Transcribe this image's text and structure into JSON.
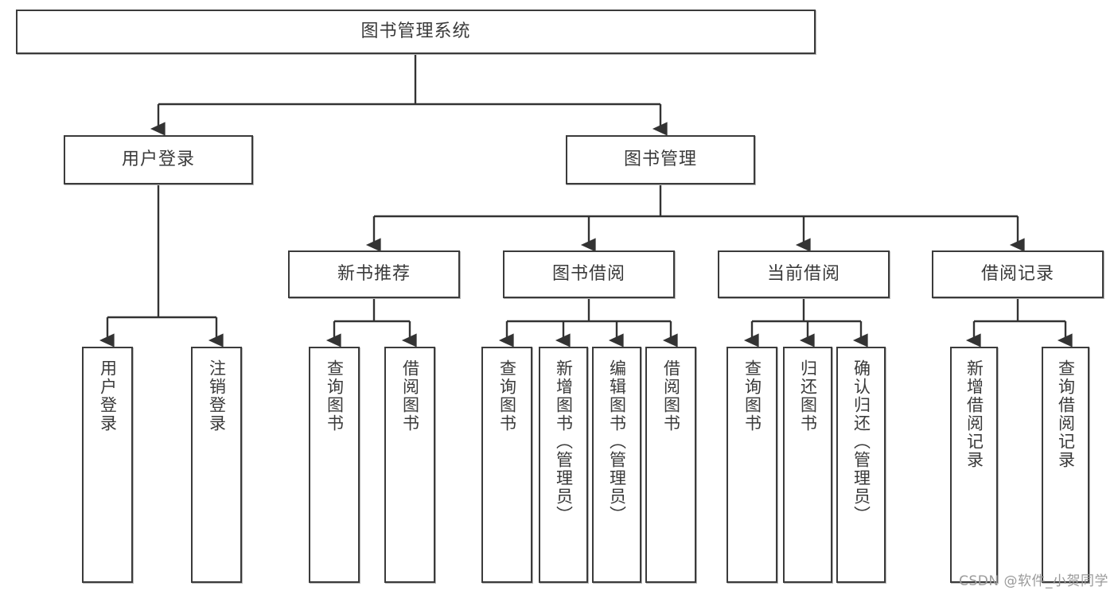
{
  "diagram": {
    "title": "图书管理系统",
    "type": "tree",
    "watermark": "CSDN @软件_小贺同学",
    "colors": {
      "box_border": "#3b3b3b",
      "box_fill": "#ffffff",
      "text": "#3a3a3a",
      "connector": "#333333",
      "watermark": "#9a9a9a",
      "background": "#ffffff"
    },
    "root": {
      "label": "图书管理系统"
    },
    "level2": [
      {
        "label": "用户登录"
      },
      {
        "label": "图书管理"
      }
    ],
    "level3": [
      {
        "label": "新书推荐"
      },
      {
        "label": "图书借阅"
      },
      {
        "label": "当前借阅"
      },
      {
        "label": "借阅记录"
      }
    ],
    "leaves": [
      {
        "label": "用户登录",
        "parent": "用户登录"
      },
      {
        "label": "注销登录",
        "parent": "用户登录"
      },
      {
        "label": "查询图书",
        "parent": "新书推荐"
      },
      {
        "label": "借阅图书",
        "parent": "新书推荐"
      },
      {
        "label": "查询图书",
        "parent": "图书借阅"
      },
      {
        "label": "新增图书（管理员）",
        "parent": "图书借阅"
      },
      {
        "label": "编辑图书（管理员）",
        "parent": "图书借阅"
      },
      {
        "label": "借阅图书",
        "parent": "图书借阅"
      },
      {
        "label": "查询图书",
        "parent": "当前借阅"
      },
      {
        "label": "归还图书",
        "parent": "当前借阅"
      },
      {
        "label": "确认归还（管理员）",
        "parent": "当前借阅"
      },
      {
        "label": "新增借阅记录",
        "parent": "借阅记录"
      },
      {
        "label": "查询借阅记录",
        "parent": "借阅记录"
      }
    ]
  }
}
